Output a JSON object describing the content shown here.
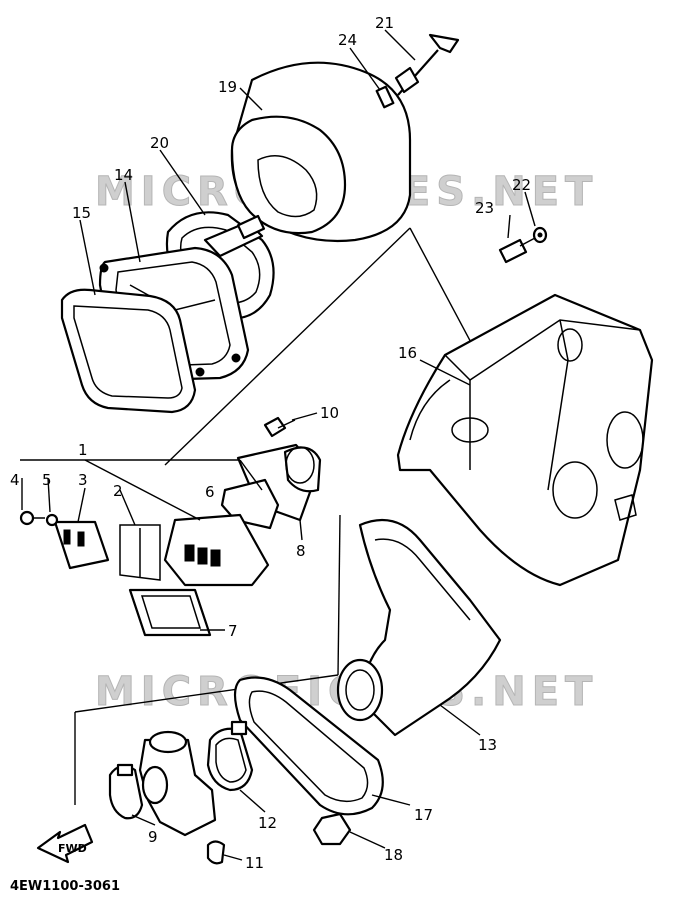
{
  "watermark": "MICROFICHES.NET",
  "drawing_code": "4EW1100-3061",
  "direction_label": "FWD",
  "callouts": {
    "p1": "1",
    "p2": "2",
    "p3": "3",
    "p4": "4",
    "p5": "5",
    "p6": "6",
    "p7": "7",
    "p8": "8",
    "p9": "9",
    "p10": "10",
    "p11": "11",
    "p12": "12",
    "p13": "13",
    "p14": "14",
    "p15": "15",
    "p16": "16",
    "p17": "17",
    "p18": "18",
    "p19": "19",
    "p20": "20",
    "p21": "21",
    "p22": "22",
    "p23": "23",
    "p24": "24"
  }
}
